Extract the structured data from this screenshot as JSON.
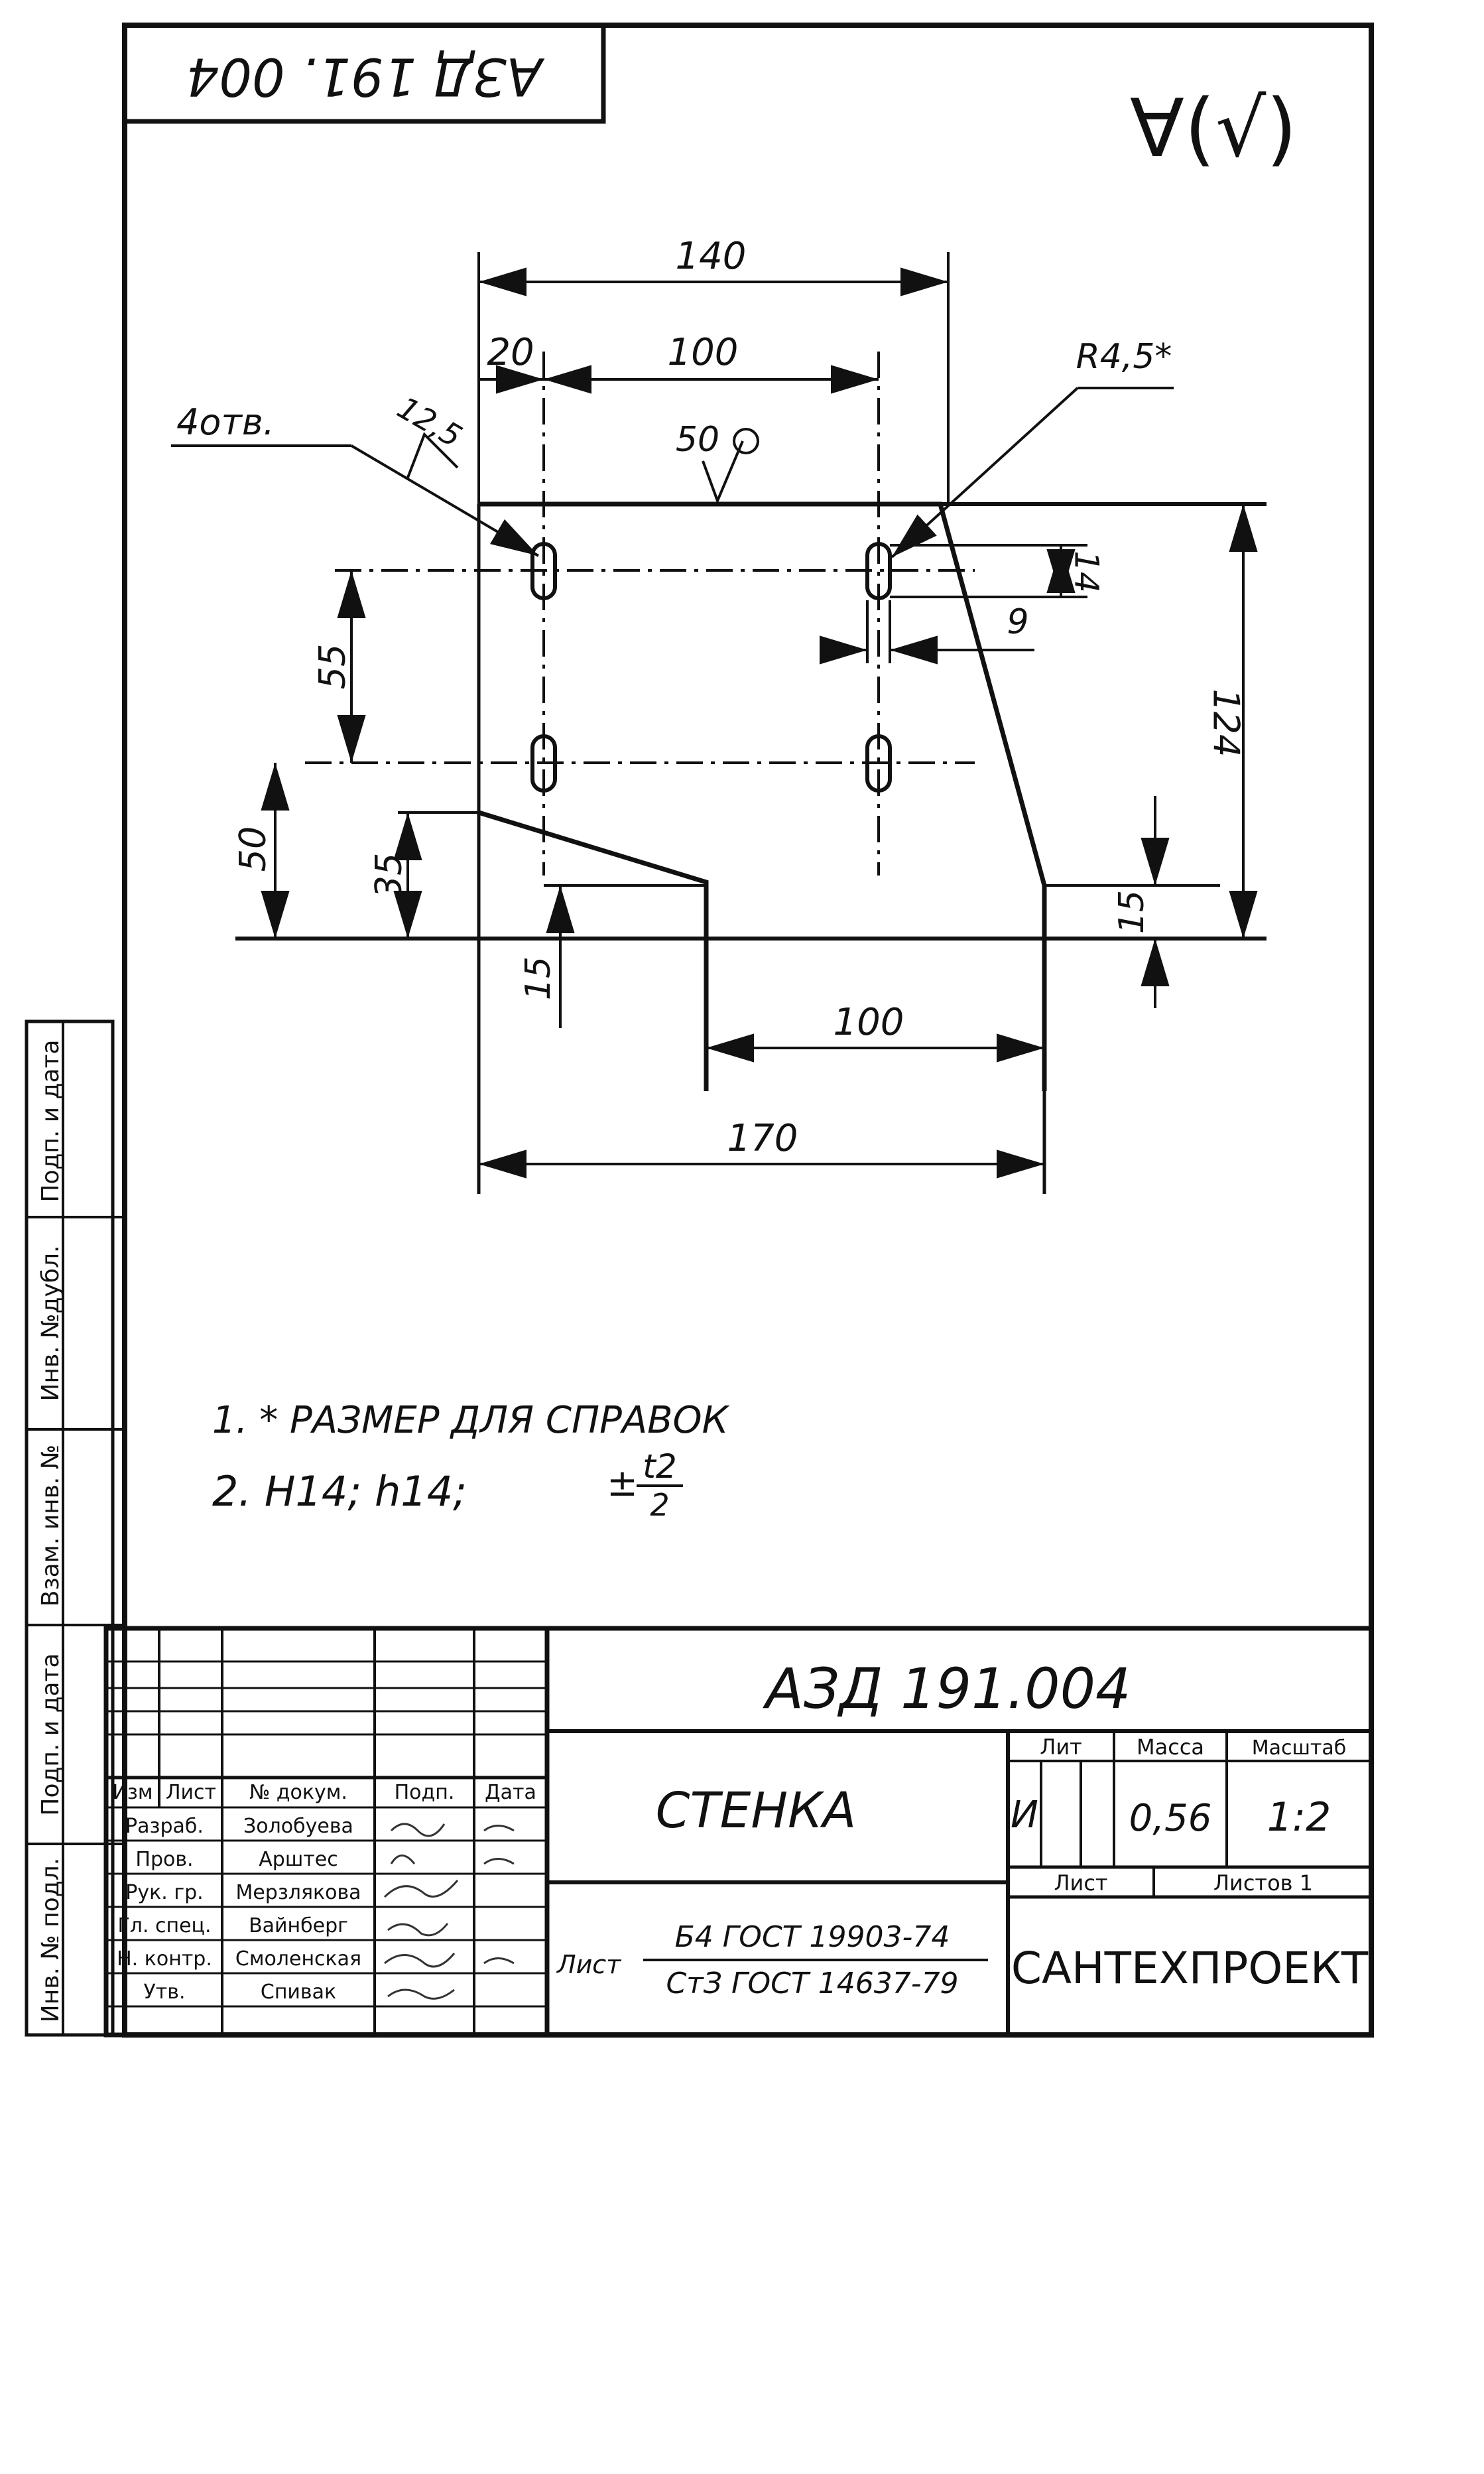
{
  "drawing_number": "АЗД 191.004",
  "corner_stamp": "АЗД 191. 004",
  "roughness_mark": "∀(√)",
  "dimensions": {
    "d140": "140",
    "d20": "20",
    "d100_top": "100",
    "r45": "R4,5*",
    "holes": "4отв.",
    "r125": "12,5",
    "surface50": "50",
    "d14": "14",
    "d9": "9",
    "d55": "55",
    "d124": "124",
    "d50": "50",
    "d35": "35",
    "d15_left": "15",
    "d15_right": "15",
    "d100_bottom": "100",
    "d170": "170"
  },
  "notes": {
    "note1": "1. * РАЗМЕР ДЛЯ   СПРАВОК",
    "note2_prefix": "2.  H14;   h14;",
    "note2_pm": "±",
    "note2_num": "t2",
    "note2_den": "2"
  },
  "side_strip": [
    "Подп. и дата",
    "Инв. №дубл.",
    "Взам. инв. №",
    "Подп. и дата",
    "Инв. № подл."
  ],
  "title_block": {
    "designation": "АЗД 191.004",
    "part_name": "СТЕНКА",
    "col_headers": [
      "Изм",
      "Лист",
      "№ докум.",
      "Подп.",
      "Дата"
    ],
    "roles": [
      {
        "role": "Разраб.",
        "name": "Золобуева"
      },
      {
        "role": "Пров.",
        "name": "Арштес"
      },
      {
        "role": "Рук. гр.",
        "name": "Мерзлякова"
      },
      {
        "role": "Гл. спец.",
        "name": "Вайнберг"
      },
      {
        "role": "Н. контр.",
        "name": "Смоленская"
      },
      {
        "role": "Утв.",
        "name": "Спивак"
      }
    ],
    "lit_label": "Лит",
    "mass_label": "Масса",
    "scale_label": "Масштаб",
    "lit_value": "И",
    "mass_value": "0,56",
    "scale_value": "1:2",
    "sheet_label": "Лист",
    "sheets_label": "Листов 1",
    "material_label": "Лист",
    "material_line1": "Б4 ГОСТ 19903-74",
    "material_line2": "СтЗ ГОСТ 14637-79",
    "organization": "САНТЕХПРОЕКТ"
  }
}
